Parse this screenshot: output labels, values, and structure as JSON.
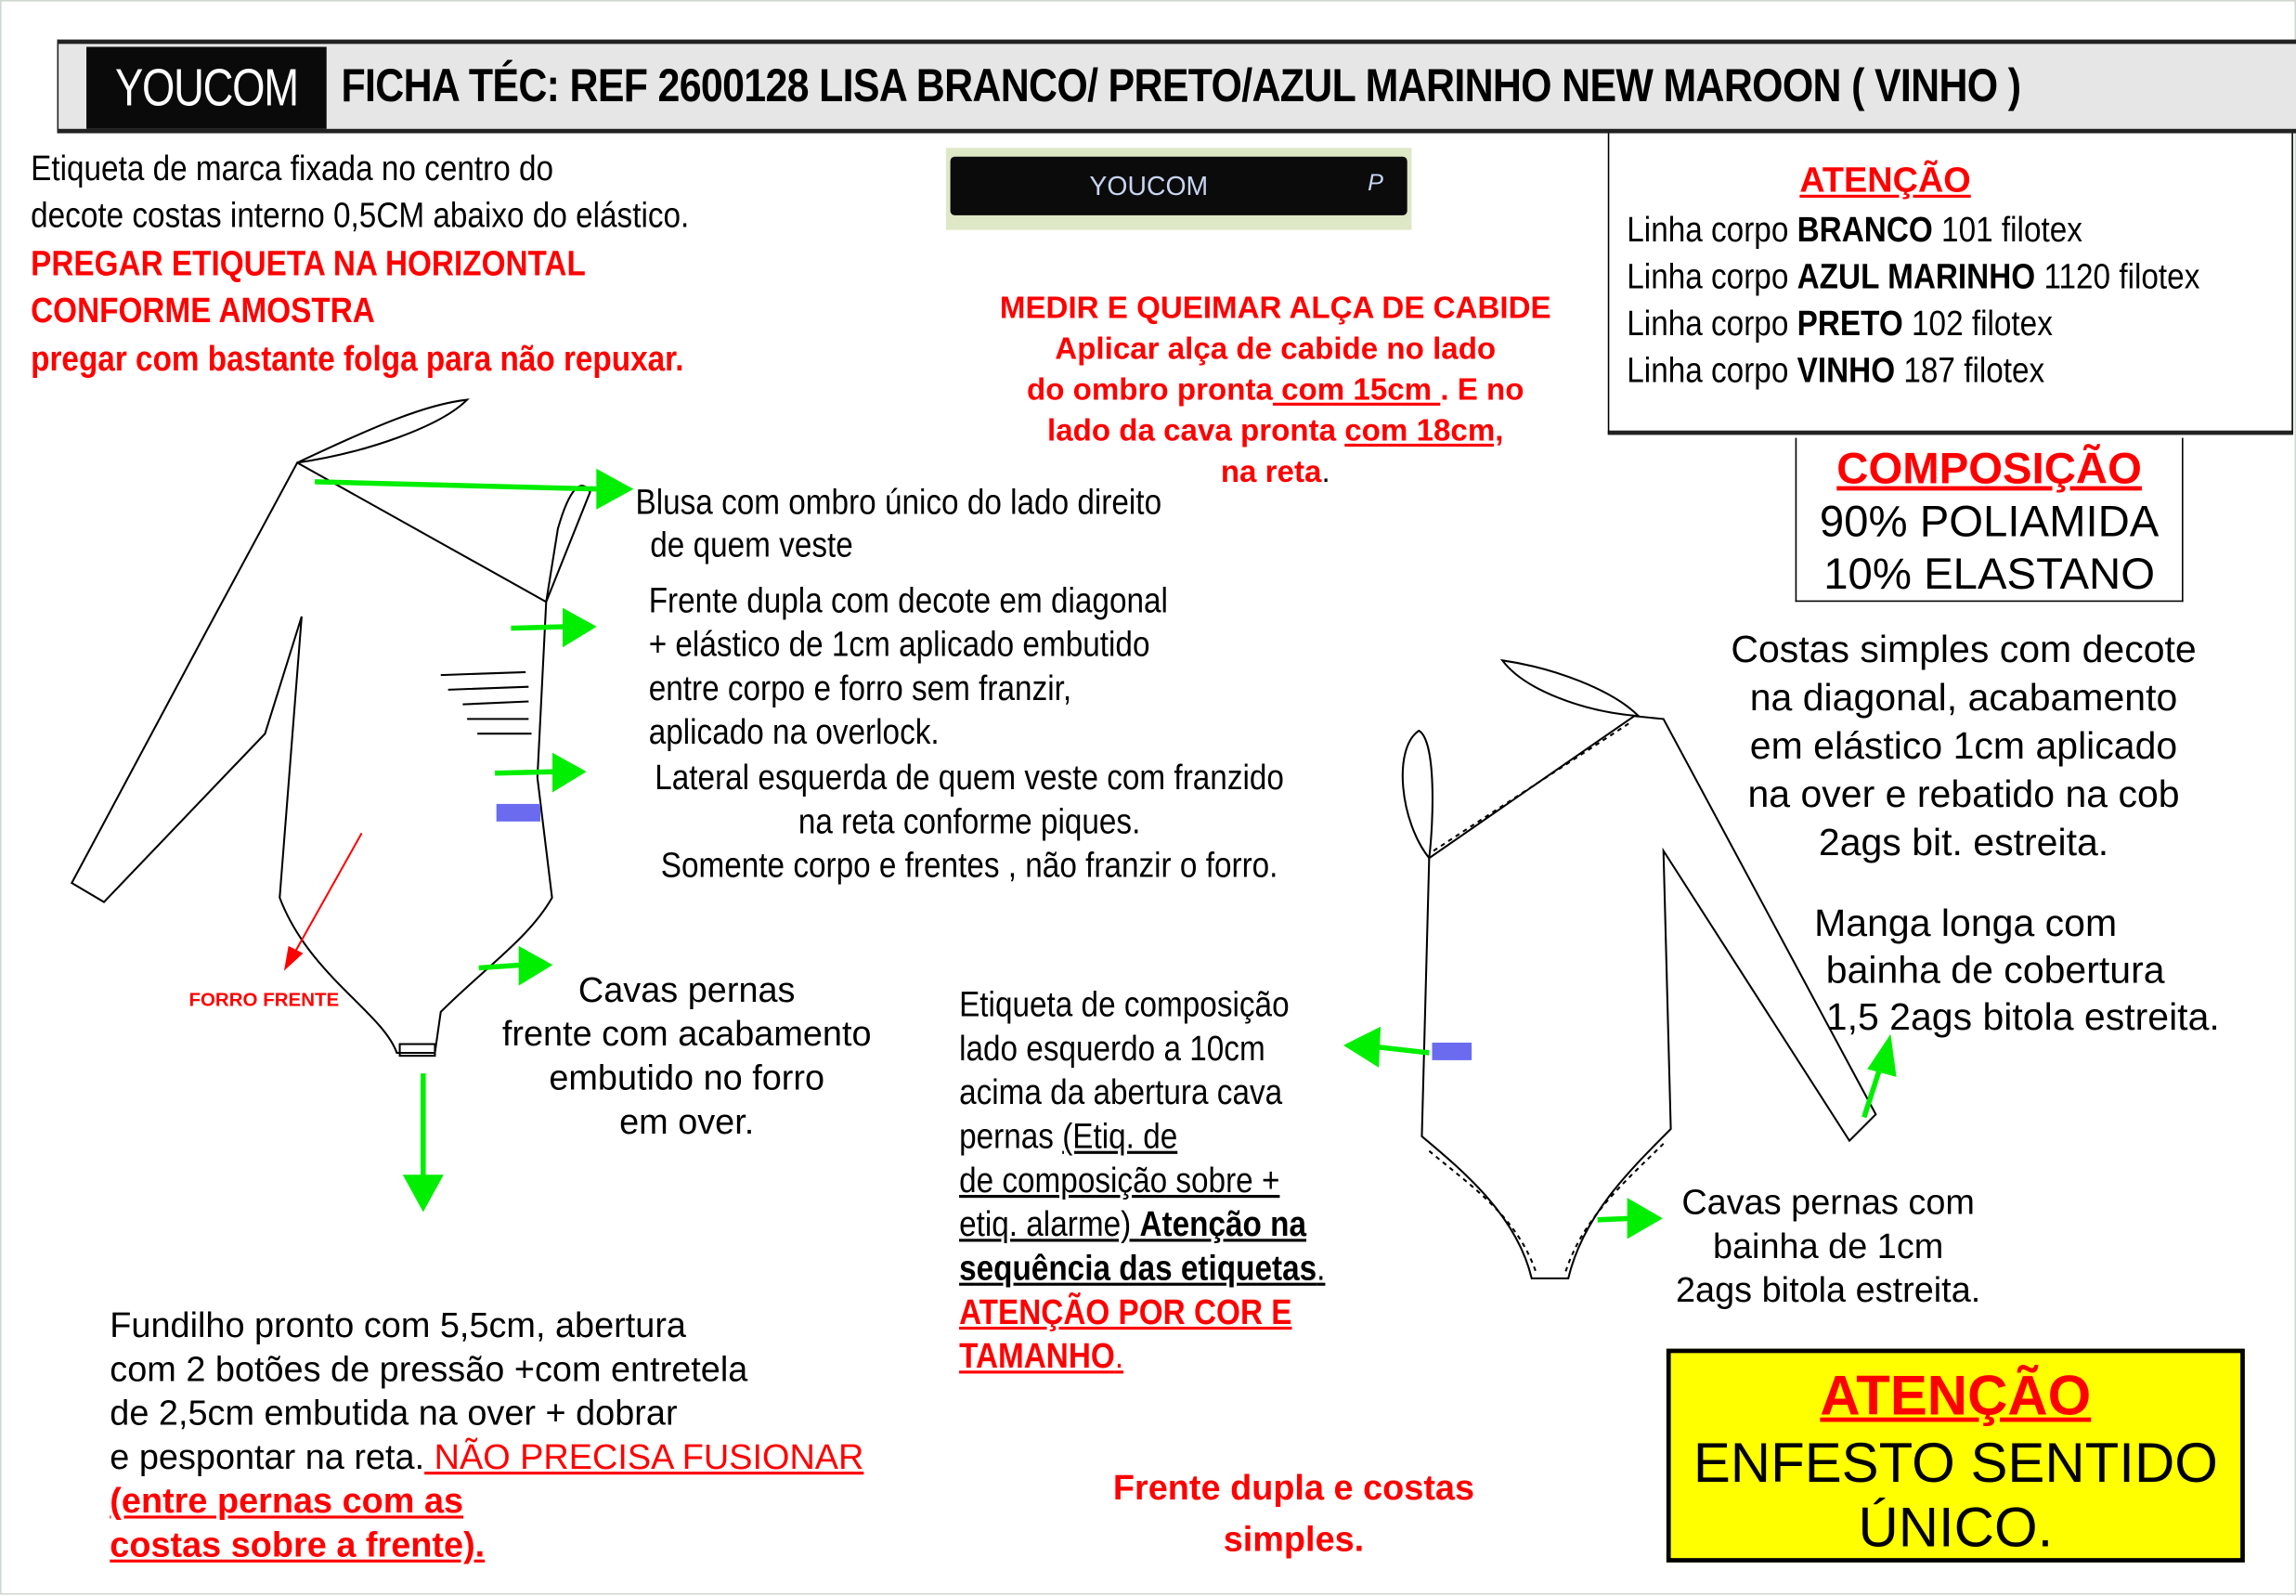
{
  "header": {
    "logo": "YOUCOM",
    "title": "FICHA TÉC: REF 2600128 LISA BRANCO/ PRETO/AZUL MARINHO NEW MAROON ( VINHO )"
  },
  "brand_label": {
    "line1": "Etiqueta de marca  fixada no centro do",
    "line2": "decote costas interno 0,5CM abaixo do elástico.",
    "red1": "PREGAR ETIQUETA NA HORIZONTAL",
    "red2": "CONFORME AMOSTRA",
    "red3": "pregar com bastante folga para não repuxar.",
    "image_logo": "YOUCOM",
    "image_size": "P"
  },
  "attention": {
    "title": "ATENÇÃO",
    "lines": [
      {
        "pre": "Linha corpo ",
        "bold": "BRANCO",
        "post": " 101 filotex"
      },
      {
        "pre": "Linha corpo ",
        "bold": "AZUL MARINHO",
        "post": " 1120 filotex"
      },
      {
        "pre": "Linha corpo ",
        "bold": "PRETO",
        "post": " 102 filotex"
      },
      {
        "pre": "Linha corpo ",
        "bold": "VINHO",
        "post": " 187 filotex"
      }
    ]
  },
  "composition": {
    "title": "COMPOSIÇÃO",
    "line1": "90% POLIAMIDA",
    "line2": "10% ELASTANO"
  },
  "hanger": {
    "title": "MEDIR E QUEIMAR ALÇA DE CABIDE",
    "l1": "Aplicar alça de cabide no lado",
    "l2a": "do ombro pronta",
    "l2b": " com 15cm ",
    "l2c": ". E no",
    "l3a": "lado da cava pronta ",
    "l3b": "com 18cm,",
    "l4a": "na reta",
    "l4b": "."
  },
  "notes": {
    "blusa": [
      "Blusa com ombro único do lado direito",
      "de quem veste"
    ],
    "frente": [
      "Frente dupla com decote em diagonal",
      "+ elástico de 1cm aplicado embutido",
      "entre corpo e forro sem franzir,",
      "aplicado na overlock."
    ],
    "lateral": [
      "Lateral esquerda de quem veste com franzido",
      "na reta conforme piques.",
      "Somente corpo e frentes , não franzir o forro."
    ],
    "forro": "FORRO FRENTE",
    "cavas_frente": [
      "Cavas pernas",
      "frente com acabamento",
      "embutido no forro",
      "em over."
    ],
    "fundilho": [
      "Fundilho pronto com 5,5cm, abertura",
      "com 2 botões de pressão +com entretela",
      "de 2,5cm embutida na over + dobrar",
      "e pespontar na reta."
    ],
    "fundilho_red": [
      " NÃO PRECISA FUSIONAR",
      "(entre pernas com as",
      "costas sobre a frente)."
    ],
    "etiq_comp": [
      "Etiqueta de composição",
      "lado esquerdo a 10cm",
      "acima da abertura cava",
      "pernas "
    ],
    "etiq_comp_u": [
      "(Etiq. de",
      "de composição sobre + ",
      "etiq. alarme) "
    ],
    "etiq_comp_b": [
      "Atenção na ",
      "sequência das etiquetas",
      "."
    ],
    "etiq_comp_red": [
      "ATENÇÃO POR COR E",
      "TAMANHO",
      "."
    ],
    "costas": [
      "Costas simples com decote",
      "na diagonal, acabamento",
      "em elástico 1cm aplicado",
      "na over e rebatido na cob",
      "2ags bit. estreita."
    ],
    "manga": [
      "Manga longa com",
      "bainha de cobertura",
      "1,5 2ags bitola estreita."
    ],
    "cavas_costas": [
      "Cavas pernas com",
      "bainha de 1cm",
      "2ags bitola estreita."
    ],
    "frente_costas": [
      "Frente dupla e costas",
      "simples."
    ]
  },
  "alert": {
    "title": "ATENÇÃO",
    "l1": "ENFESTO SENTIDO",
    "l2": "ÚNICO."
  },
  "colors": {
    "red": "#ff0000",
    "green": "#00ee00",
    "blue_label": "#6b6bf0",
    "yellow": "#ffff00"
  }
}
